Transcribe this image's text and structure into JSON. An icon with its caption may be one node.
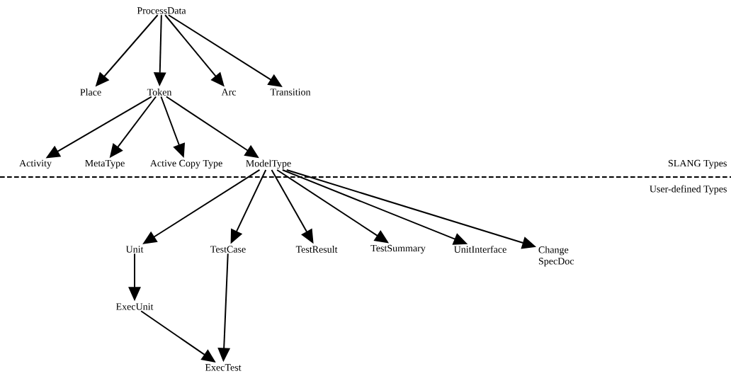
{
  "diagram": {
    "nodes": [
      {
        "text": [
          "ProcessData"
        ]
      },
      {
        "text": [
          "Place"
        ]
      },
      {
        "text": [
          "Token"
        ]
      },
      {
        "text": [
          "Arc"
        ]
      },
      {
        "text": [
          "Transition"
        ]
      },
      {
        "text": [
          "Activity"
        ]
      },
      {
        "text": [
          "MetaType"
        ]
      },
      {
        "text": [
          "Active Copy Type"
        ]
      },
      {
        "text": [
          "ModelType"
        ]
      },
      {
        "text": [
          "Unit"
        ]
      },
      {
        "text": [
          "TestCase"
        ]
      },
      {
        "text": [
          "TestResult"
        ]
      },
      {
        "text": [
          "TestSummary"
        ]
      },
      {
        "text": [
          "UnitInterface"
        ]
      },
      {
        "text": [
          "Change SpecDoc"
        ]
      },
      {
        "text": [
          "ExecUnit"
        ]
      },
      {
        "text": [
          "ExecTest"
        ]
      }
    ],
    "edges": [
      {
        "from": 0,
        "to": 1,
        "arrow": "to"
      },
      {
        "from": 0,
        "to": 2,
        "arrow": "to"
      },
      {
        "from": 0,
        "to": 3,
        "arrow": "to"
      },
      {
        "from": 0,
        "to": 4,
        "arrow": "to"
      },
      {
        "from": 2,
        "to": 5,
        "arrow": "to"
      },
      {
        "from": 2,
        "to": 6,
        "arrow": "to"
      },
      {
        "from": 2,
        "to": 7,
        "arrow": "to"
      },
      {
        "from": 2,
        "to": 8,
        "arrow": "to"
      },
      {
        "from": 8,
        "to": 9,
        "arrow": "to"
      },
      {
        "from": 8,
        "to": 10,
        "arrow": "to"
      },
      {
        "from": 8,
        "to": 11,
        "arrow": "to"
      },
      {
        "from": 8,
        "to": 12,
        "arrow": "to"
      },
      {
        "from": 8,
        "to": 13,
        "arrow": "to"
      },
      {
        "from": 8,
        "to": 14,
        "arrow": "to"
      },
      {
        "from": 9,
        "to": 15,
        "arrow": "to"
      },
      {
        "from": 15,
        "to": 16,
        "arrow": "to"
      },
      {
        "from": 10,
        "to": 16,
        "arrow": "to"
      }
    ],
    "labels": [
      "SLANG Types",
      "User-defined Types"
    ]
  }
}
